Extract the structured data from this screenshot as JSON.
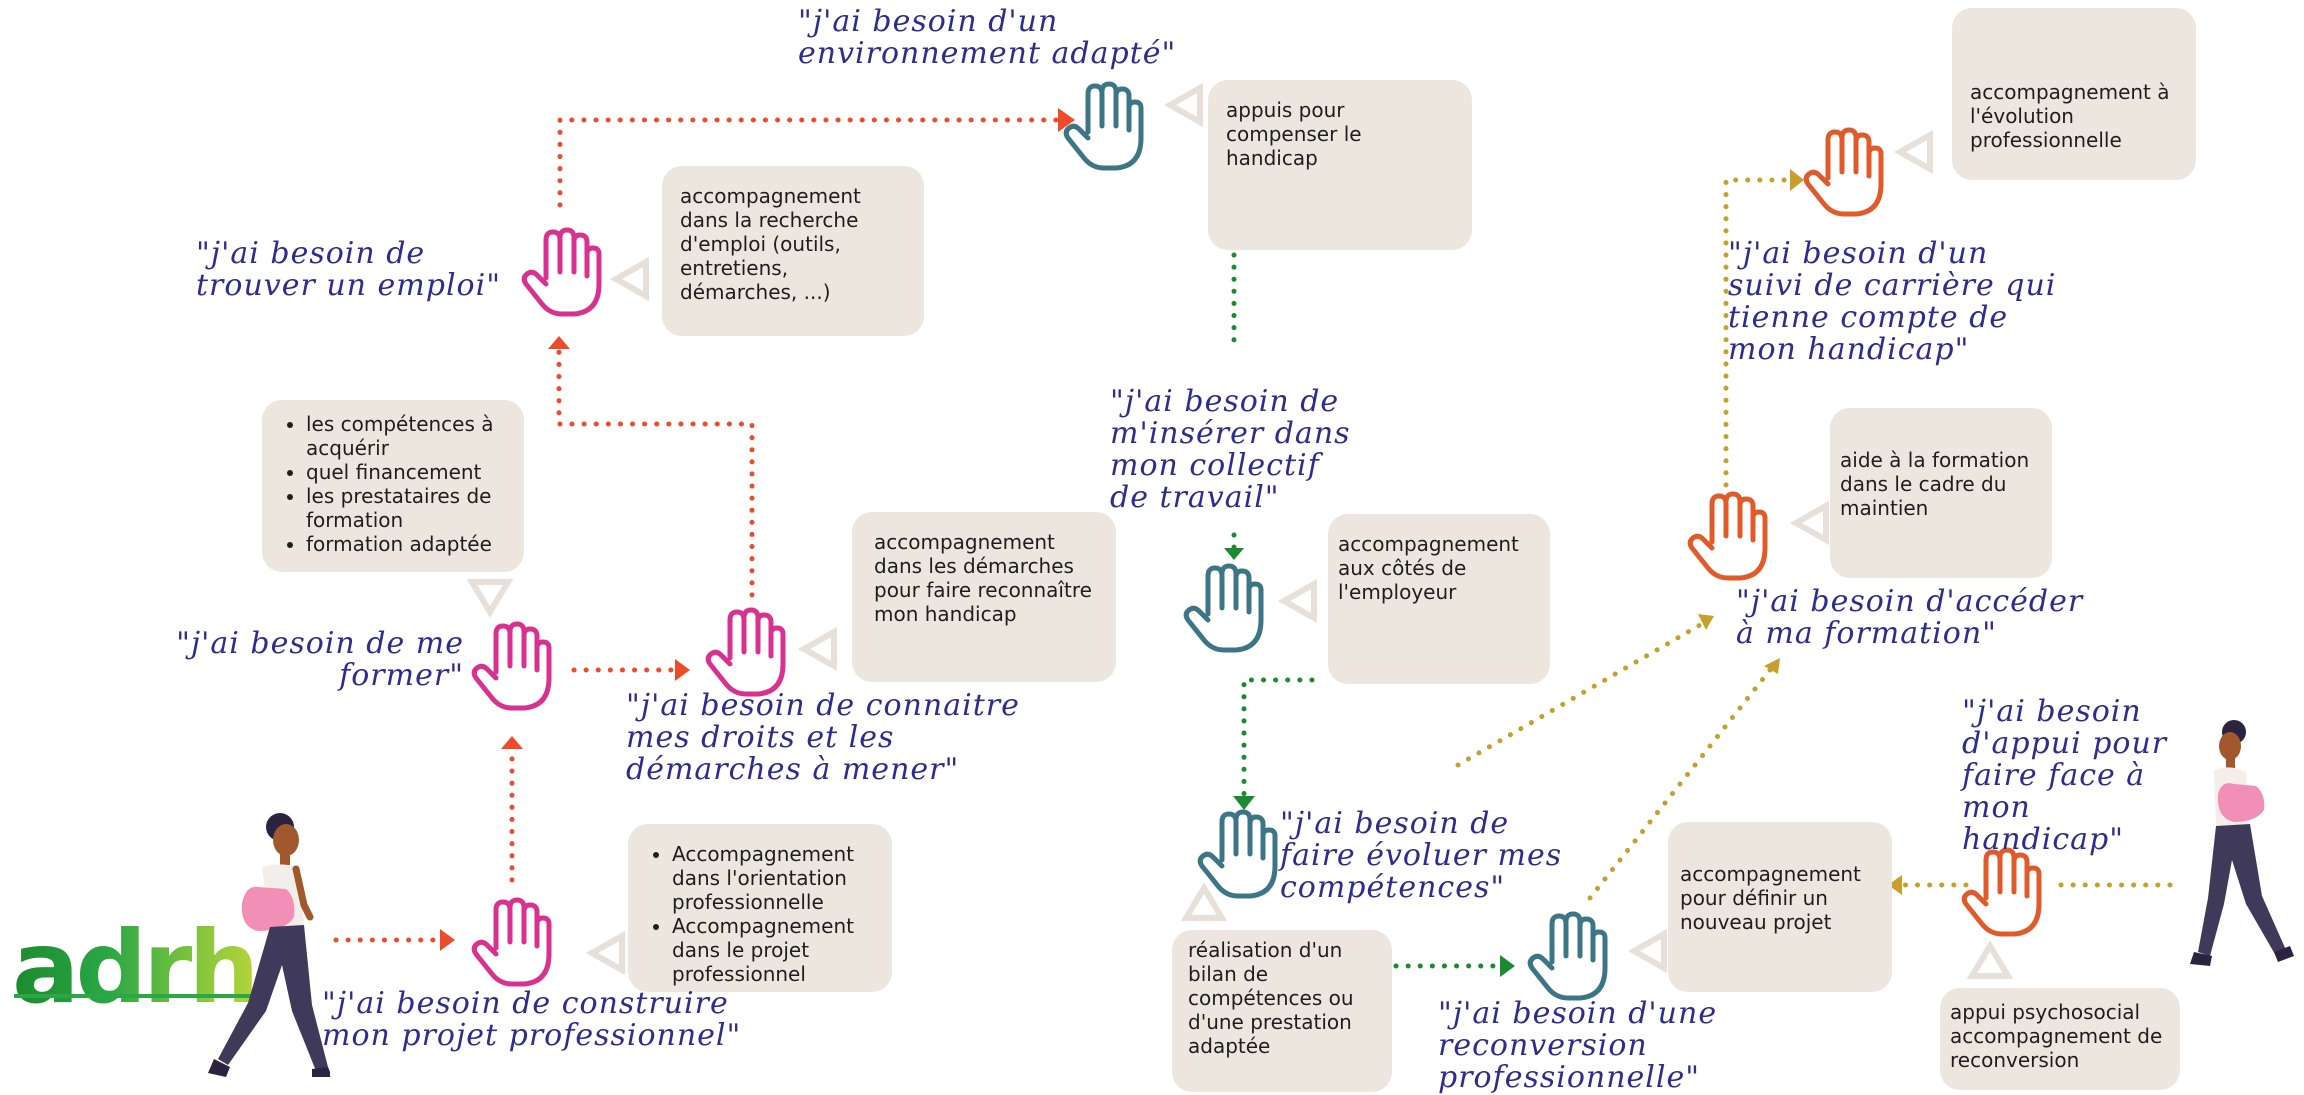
{
  "logo": {
    "text": "adrh"
  },
  "boxes": {
    "appuis": "appuis pour compenser le handicap",
    "recherche": "accompagnement dans la recherche d'emploi (outils, entretiens, démarches, ...)",
    "evolution": "accompagnement à l'évolution professionnelle",
    "formation_list": [
      "les compétences à acquérir",
      "quel financement",
      "les prestataires de formation",
      "formation adaptée"
    ],
    "reconnaissance": "accompagnement dans les démarches pour faire reconnaître mon handicap",
    "employeur": "accompagnement aux côtés de l'employeur",
    "maintien": "aide à la formation dans le cadre du maintien",
    "orientation_list": [
      "Accompagnement dans l'orientation professionnelle",
      "Accompagnement dans le projet professionnel"
    ],
    "nouveau_projet": "accompagnement pour définir un nouveau projet",
    "bilan": "réalisation d'un bilan de compétences ou d'une prestation adaptée",
    "psychosocial": "appui psychosocial accompagnement de reconversion"
  },
  "quotes": {
    "environnement": [
      "\"j'ai besoin d'un",
      "environnement adapté\""
    ],
    "emploi": [
      "\"j'ai besoin de",
      "trouver un emploi\""
    ],
    "carriere": [
      "\"j'ai besoin d'un",
      "suivi de carrière qui",
      "tienne compte de",
      "mon handicap\""
    ],
    "inserer": [
      "\"j'ai besoin de",
      "m'insérer dans",
      "mon collectif",
      "de travail\""
    ],
    "former": [
      "\"j'ai besoin de me",
      "former\""
    ],
    "droits": [
      "\"j'ai besoin de connaitre",
      "mes droits et les",
      "démarches à mener\""
    ],
    "acceder": [
      "\"j'ai besoin d'accéder",
      "à ma formation\""
    ],
    "appui": [
      "\"j'ai besoin",
      "d'appui pour",
      "faire face à",
      "mon",
      "handicap\""
    ],
    "competences": [
      "\"j'ai besoin de",
      "faire évoluer mes",
      "compétences\""
    ],
    "projet": [
      "\"j'ai besoin de construire",
      "mon projet professionnel\""
    ],
    "reconversion": [
      "\"j'ai besoin d'une",
      "reconversion",
      "professionnelle\""
    ]
  },
  "colors": {
    "pink": "#d8318f",
    "teal": "#3c7585",
    "orange": "#e05a2a",
    "red_dot": "#ee4b2b",
    "green_dot": "#1c8a2e",
    "gold_dot": "#c6a02a",
    "box": "#ece6df",
    "quote_text": "#2d2c8f",
    "triangle": "#e7e0d8"
  }
}
